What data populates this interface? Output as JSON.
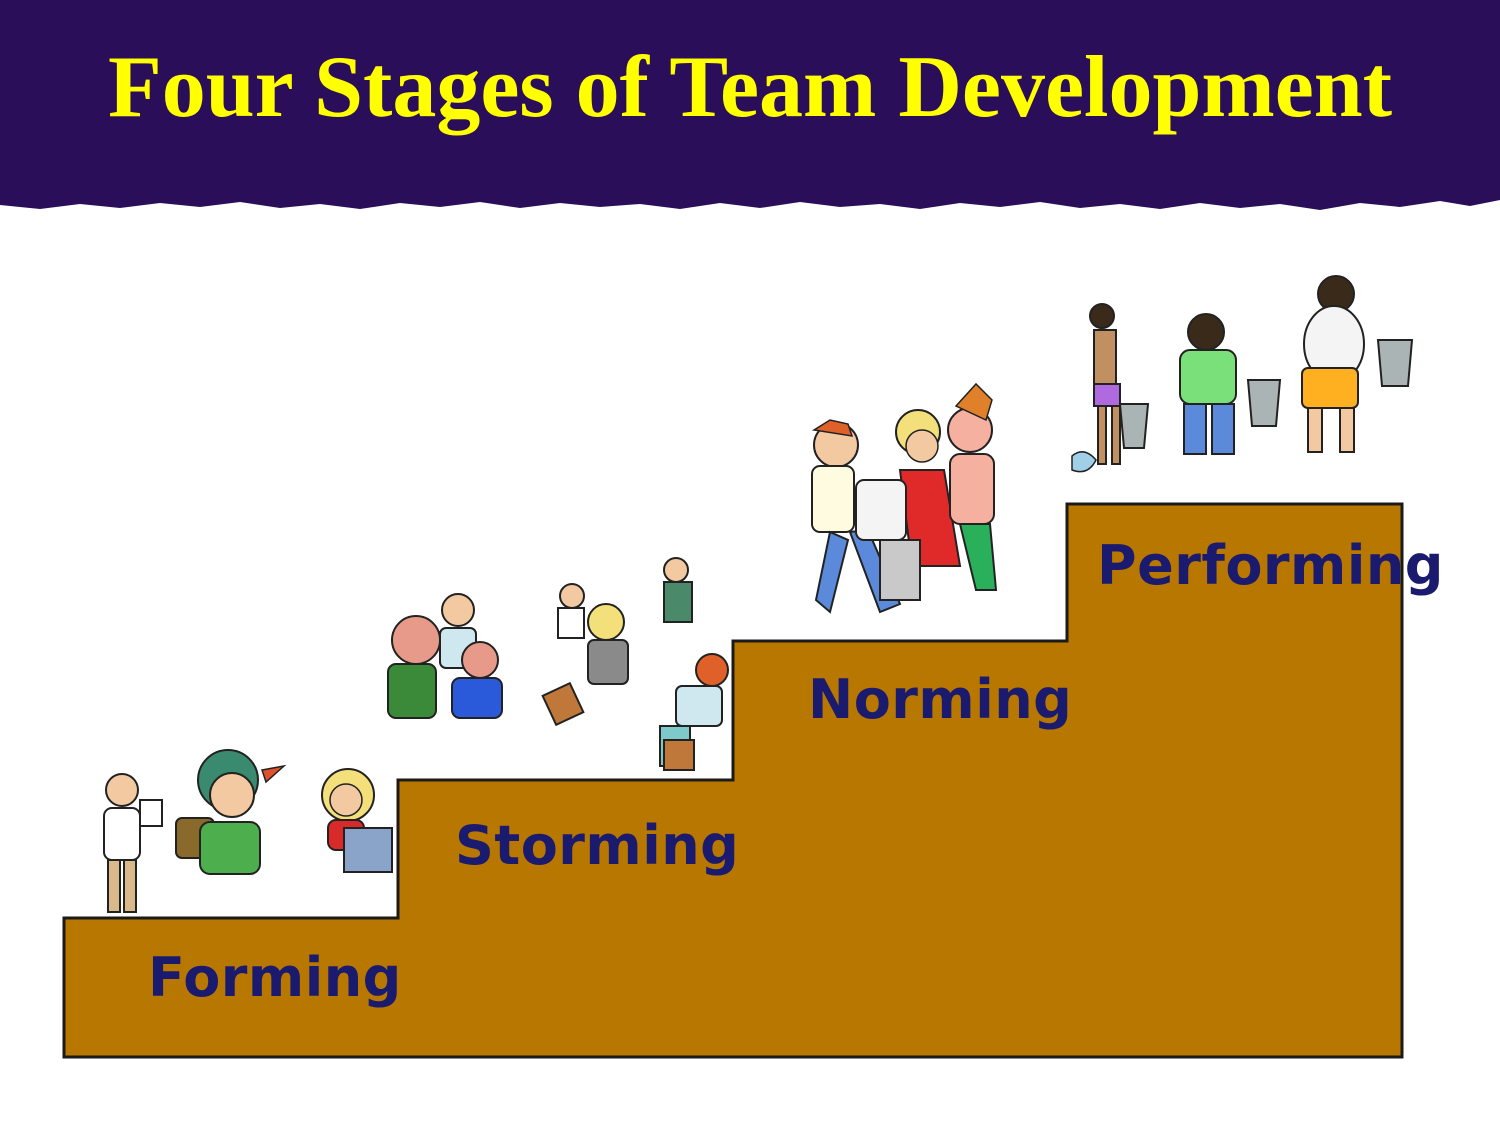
{
  "title": "Four Stages of Team Development",
  "colors": {
    "banner": "#2a0e5a",
    "title_text": "#ffff00",
    "stairs_fill": "#b87800",
    "stairs_stroke": "#1a1a1a",
    "label_text": "#1a1a6e",
    "background": "#ffffff"
  },
  "stages": [
    {
      "label": "Forming",
      "illustration": "people-forming-icon"
    },
    {
      "label": "Storming",
      "illustration": "people-storming-icon"
    },
    {
      "label": "Norming",
      "illustration": "people-norming-icon"
    },
    {
      "label": "Performing",
      "illustration": "people-performing-icon"
    }
  ]
}
